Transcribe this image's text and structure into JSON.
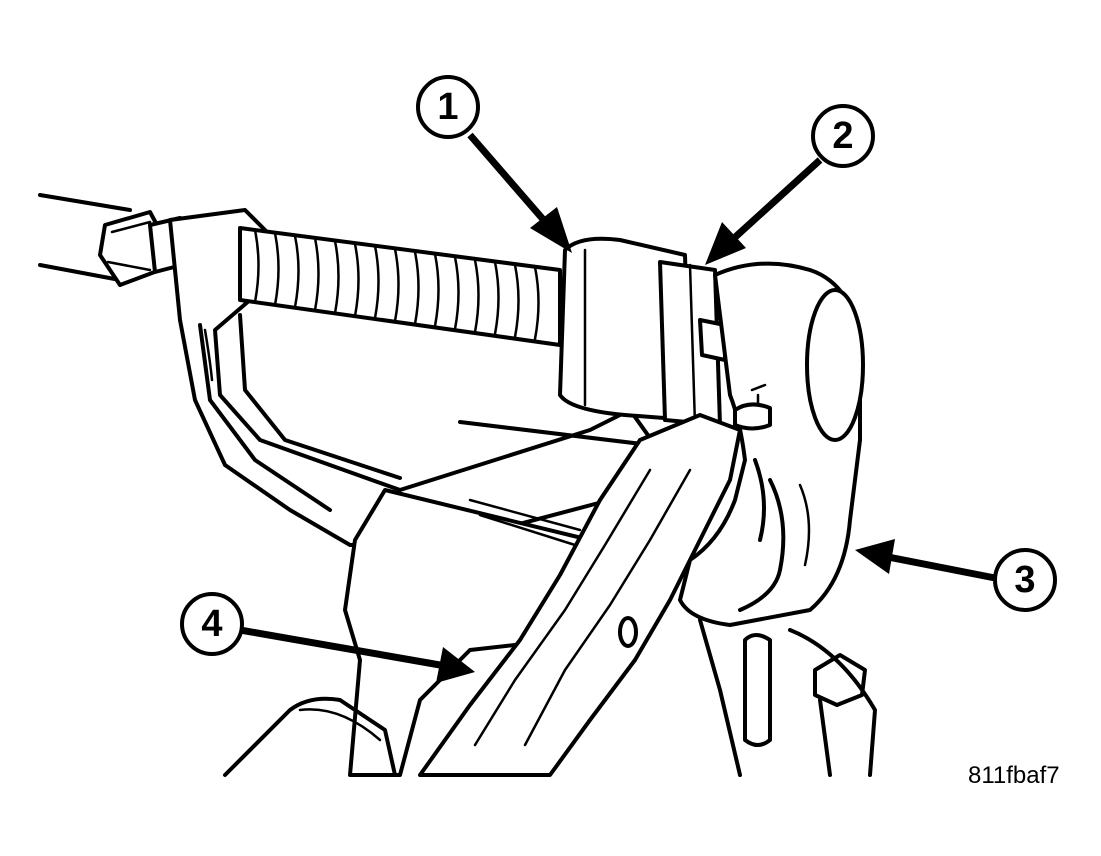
{
  "callouts": [
    {
      "id": "callout-1",
      "label": "1"
    },
    {
      "id": "callout-2",
      "label": "2"
    },
    {
      "id": "callout-3",
      "label": "3"
    },
    {
      "id": "callout-4",
      "label": "4"
    }
  ],
  "figure_id": "811fbaf7",
  "colors": {
    "ink": "#000000",
    "paper": "#ffffff"
  }
}
